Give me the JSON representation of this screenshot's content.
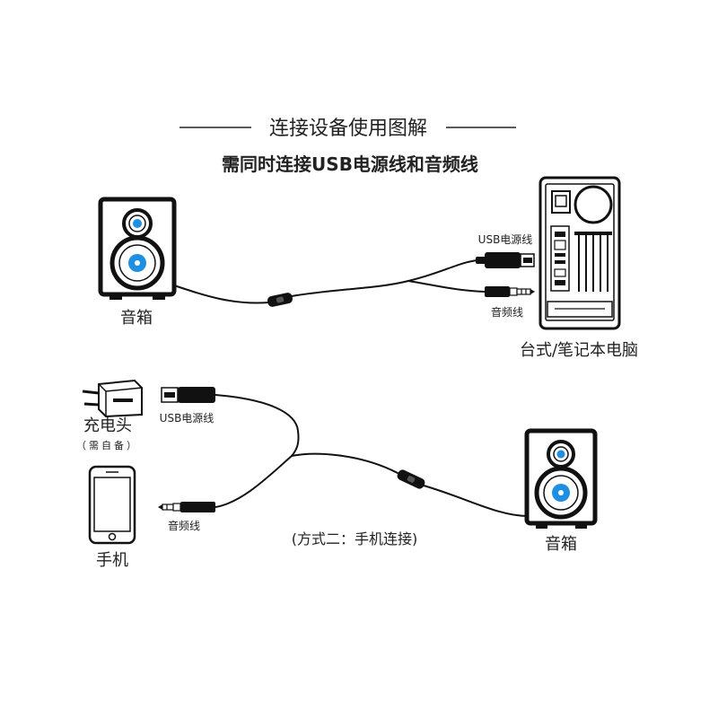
{
  "title": "连接设备使用图解",
  "subtitle": "需同时连接USB电源线和音频线",
  "top": {
    "speaker_label": "音箱",
    "usb_label": "USB电源线",
    "audio_label": "音频线",
    "computer_label": "台式/笔记本电脑"
  },
  "bottom": {
    "charger_label": "充电头",
    "charger_note": "（需自备）",
    "phone_label": "手机",
    "usb_label": "USB电源线",
    "audio_label": "音频线",
    "method_label": "(方式二：手机连接)",
    "speaker_label": "音箱"
  },
  "colors": {
    "accent_blue": "#1e8fe3",
    "subtitle_red": "#8b1c1c",
    "line": "#111111"
  },
  "icons": [
    "speaker-icon",
    "computer-tower-icon",
    "usb-plug-icon",
    "audio-jack-icon",
    "charger-icon",
    "phone-icon",
    "inline-switch-icon"
  ]
}
